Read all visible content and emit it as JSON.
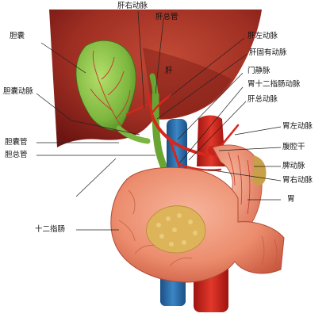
{
  "labels": {
    "hepatic_right_artery": "肝右动脉",
    "common_hepatic_duct": "肝总管",
    "gallbladder": "胆囊",
    "liver": "肝",
    "left_hepatic_artery": "肝左动脉",
    "proper_hepatic_artery": "肝固有动脉",
    "portal_vein": "门静脉",
    "gastroduodenal_artery": "胃十二指肠动脉",
    "common_hepatic_artery": "肝总动脉",
    "cystic_artery": "胆囊动脉",
    "left_gastric_artery": "胃左动脉",
    "celiac_trunk": "腹腔干",
    "cystic_duct": "胆囊管",
    "common_bile_duct": "胆总管",
    "splenic_artery": "脾动脉",
    "right_gastric_artery": "胃右动脉",
    "stomach": "胃",
    "duodenum": "十二指肠"
  },
  "colors": {
    "liver": "#8b1f1a",
    "gallbladder": "#79b53c",
    "artery": "#d8261c",
    "vein": "#2a6fa8",
    "duodenum": "#e8876c",
    "pancreas": "#ddb45a"
  }
}
